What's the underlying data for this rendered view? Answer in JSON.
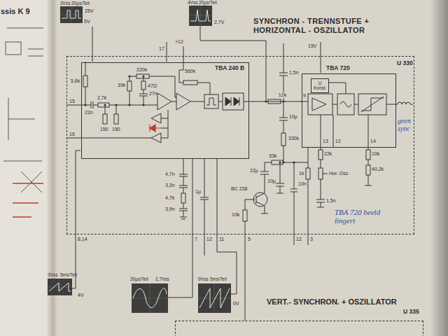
{
  "diagram": {
    "title": "SYNCHRON - TRENNSTUFE + HORIZONTAL - OSZILLATOR",
    "nodes": [
      {
        "text": [
          "U 330"
        ]
      },
      {
        "text": [
          "TBA 240 B"
        ],
        "in": 0
      },
      {
        "text": [
          "TBA 720"
        ],
        "in": 0
      },
      {
        "text": [
          "U Konst."
        ],
        "in": 2
      },
      {
        "text": [
          "VERT.- SYNCHRON. + OSZILLATOR",
          "U 335"
        ]
      }
    ],
    "edges": [
      {
        "from": 1,
        "to": 2,
        "arrow": "none",
        "label": "12k"
      }
    ],
    "labels": [
      "ssis K 9",
      "3Vss",
      "20µs/Teil",
      "25V",
      "5V",
      "4Vss",
      "20µs/Teil",
      "2,7V",
      "+12",
      "17",
      "15V",
      "15",
      "16",
      "5,6k",
      "220k",
      "39k",
      "47Ω",
      "27n",
      "22n",
      "2,7k",
      "150",
      "150",
      "560k",
      "1,5n",
      "10µ",
      "330k",
      "33k",
      "22µ",
      "1k",
      "22k",
      "Hor. Osz.",
      "10k",
      "40,2k",
      "BC 238",
      "10k",
      "10µ",
      "10n",
      "1,5n",
      "4,7n",
      "3,3n",
      "4,7k",
      "3,9n",
      "1µ",
      "8,14",
      "7",
      "12",
      "11",
      "5",
      "12",
      "3",
      "3Vss",
      "5ms/Teil",
      "4V",
      "20µs/Teil",
      "2,7Vss",
      "9Vss",
      "5ms/Teil",
      "0V",
      "9",
      "13",
      "12",
      "14",
      "geen sync",
      "TBA 720 beeld lingert"
    ]
  }
}
